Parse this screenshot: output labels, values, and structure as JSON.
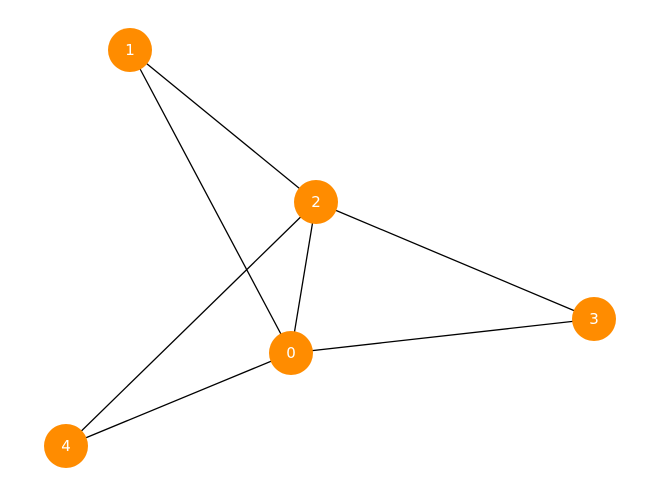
{
  "graph": {
    "node_color": "#ff8c00",
    "edge_color": "#000000",
    "label_color": "#ffffff",
    "nodes": [
      {
        "id": "0",
        "label": "0"
      },
      {
        "id": "1",
        "label": "1"
      },
      {
        "id": "2",
        "label": "2"
      },
      {
        "id": "3",
        "label": "3"
      },
      {
        "id": "4",
        "label": "4"
      }
    ],
    "edges": [
      {
        "source": "1",
        "target": "2"
      },
      {
        "source": "1",
        "target": "0"
      },
      {
        "source": "2",
        "target": "3"
      },
      {
        "source": "2",
        "target": "0"
      },
      {
        "source": "2",
        "target": "4"
      },
      {
        "source": "0",
        "target": "3"
      },
      {
        "source": "0",
        "target": "4"
      }
    ]
  }
}
